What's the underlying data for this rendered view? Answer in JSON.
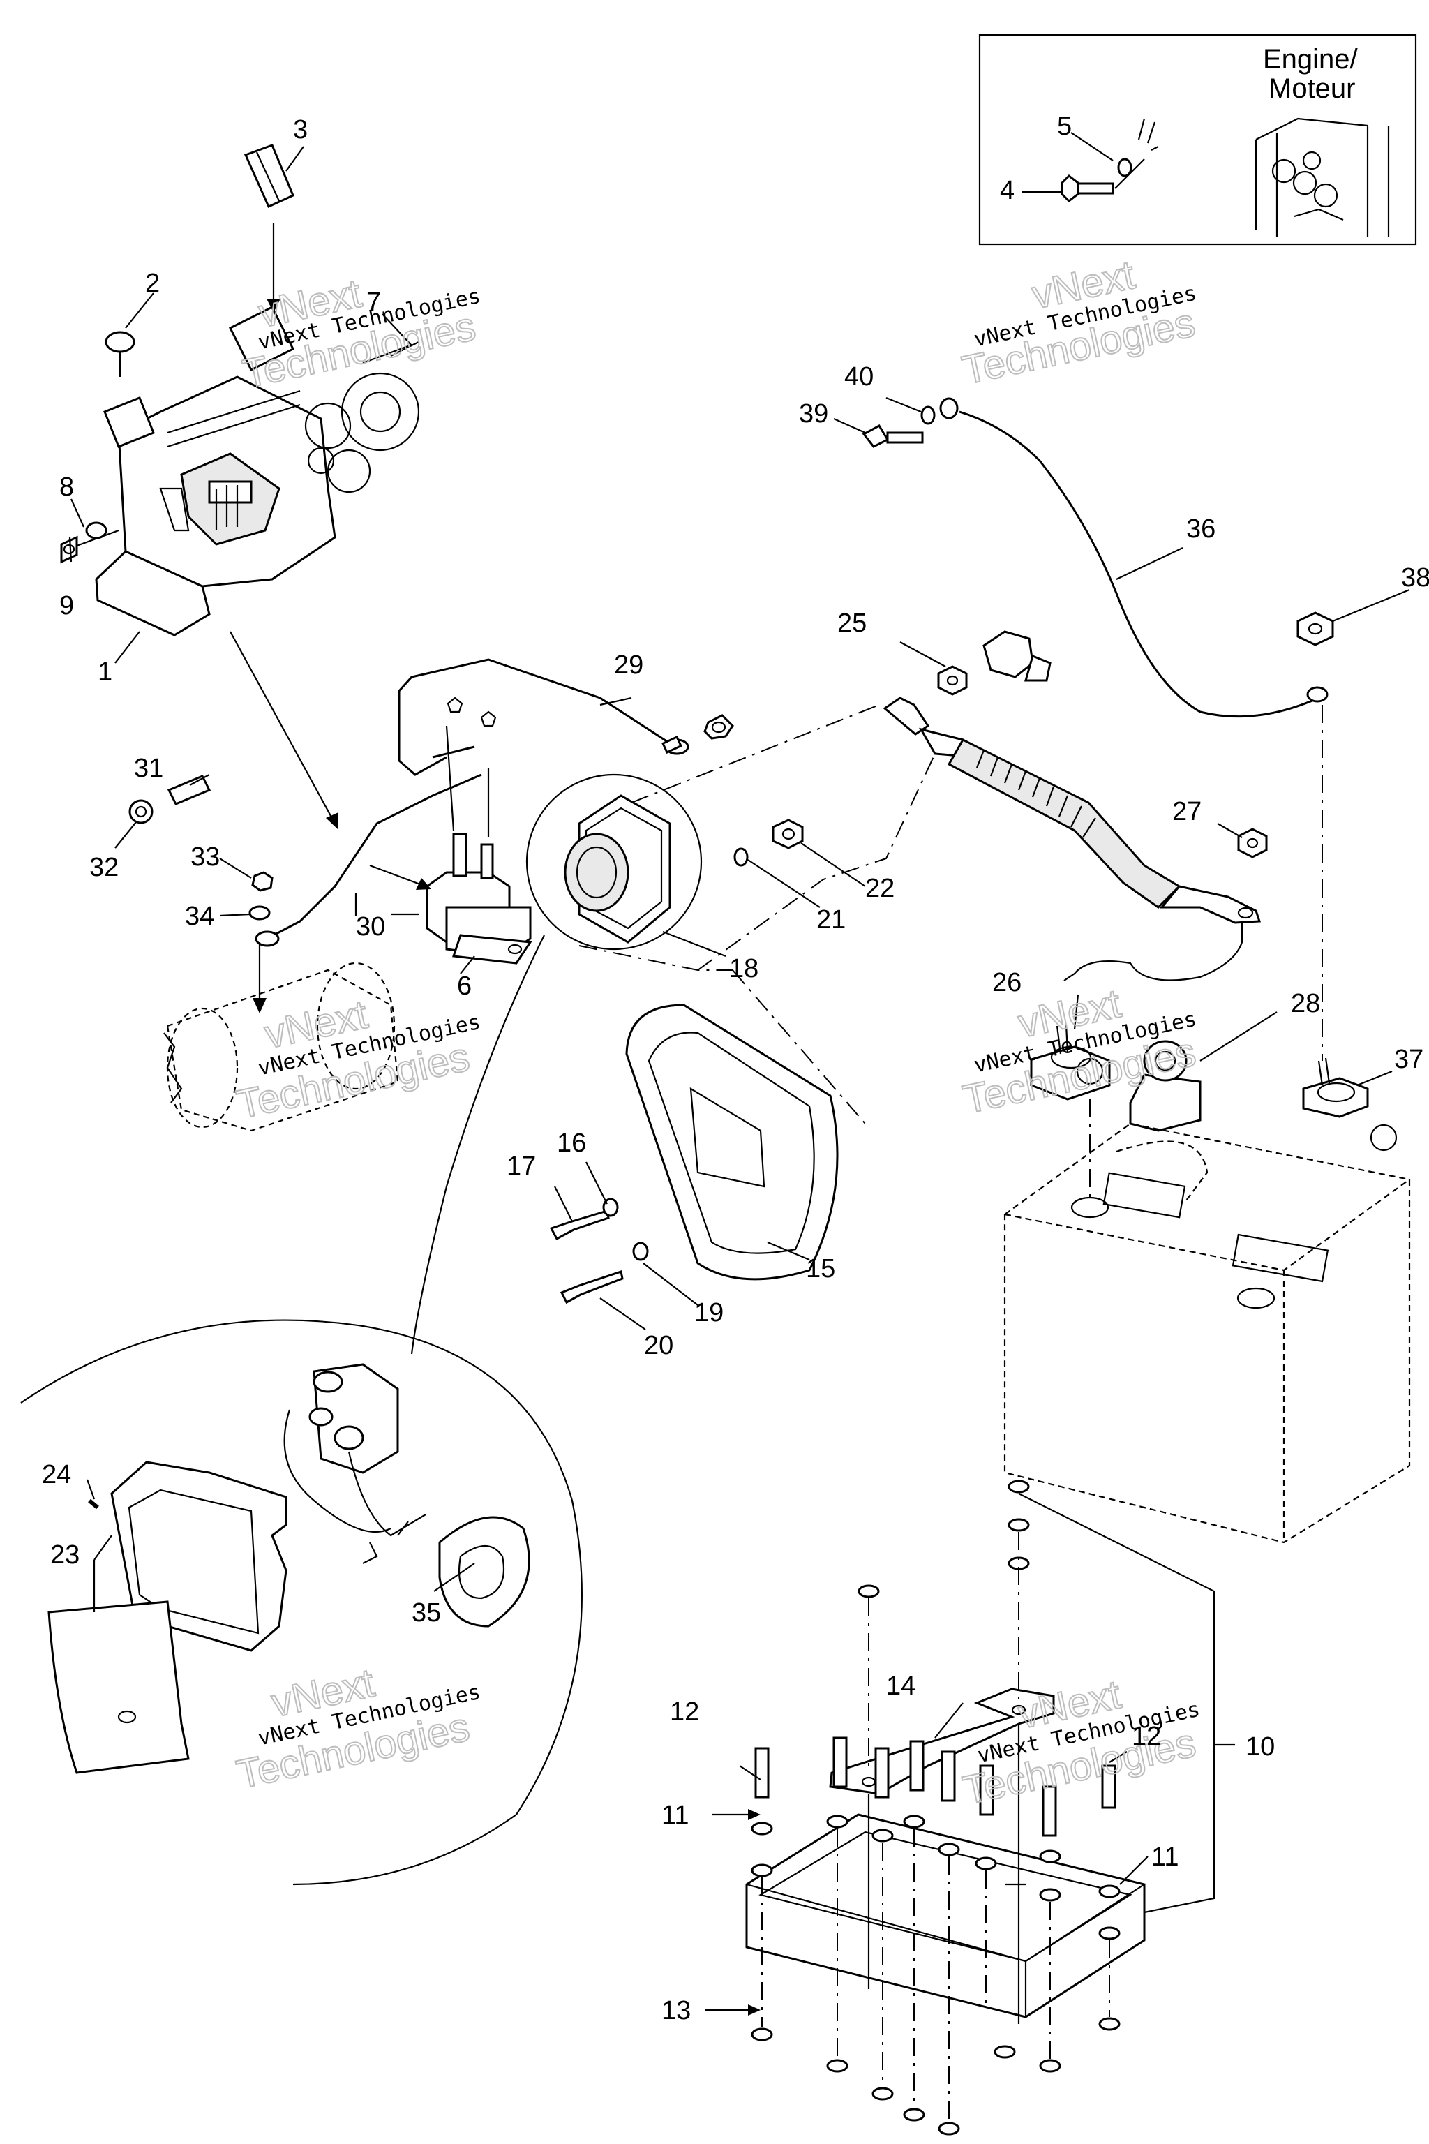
{
  "inset_label": [
    "Engine/",
    "Moteur"
  ],
  "watermark": {
    "line1": "vNext Technologies",
    "line2": "vNext",
    "line3": "Technologies"
  },
  "callouts": [
    "1",
    "2",
    "3",
    "4",
    "5",
    "6",
    "7",
    "8",
    "9",
    "10",
    "11",
    "11",
    "12",
    "12",
    "13",
    "14",
    "15",
    "16",
    "17",
    "18",
    "19",
    "20",
    "21",
    "22",
    "23",
    "24",
    "25",
    "26",
    "27",
    "28",
    "29",
    "30",
    "31",
    "32",
    "33",
    "34",
    "35",
    "36",
    "37",
    "38",
    "39",
    "40"
  ]
}
